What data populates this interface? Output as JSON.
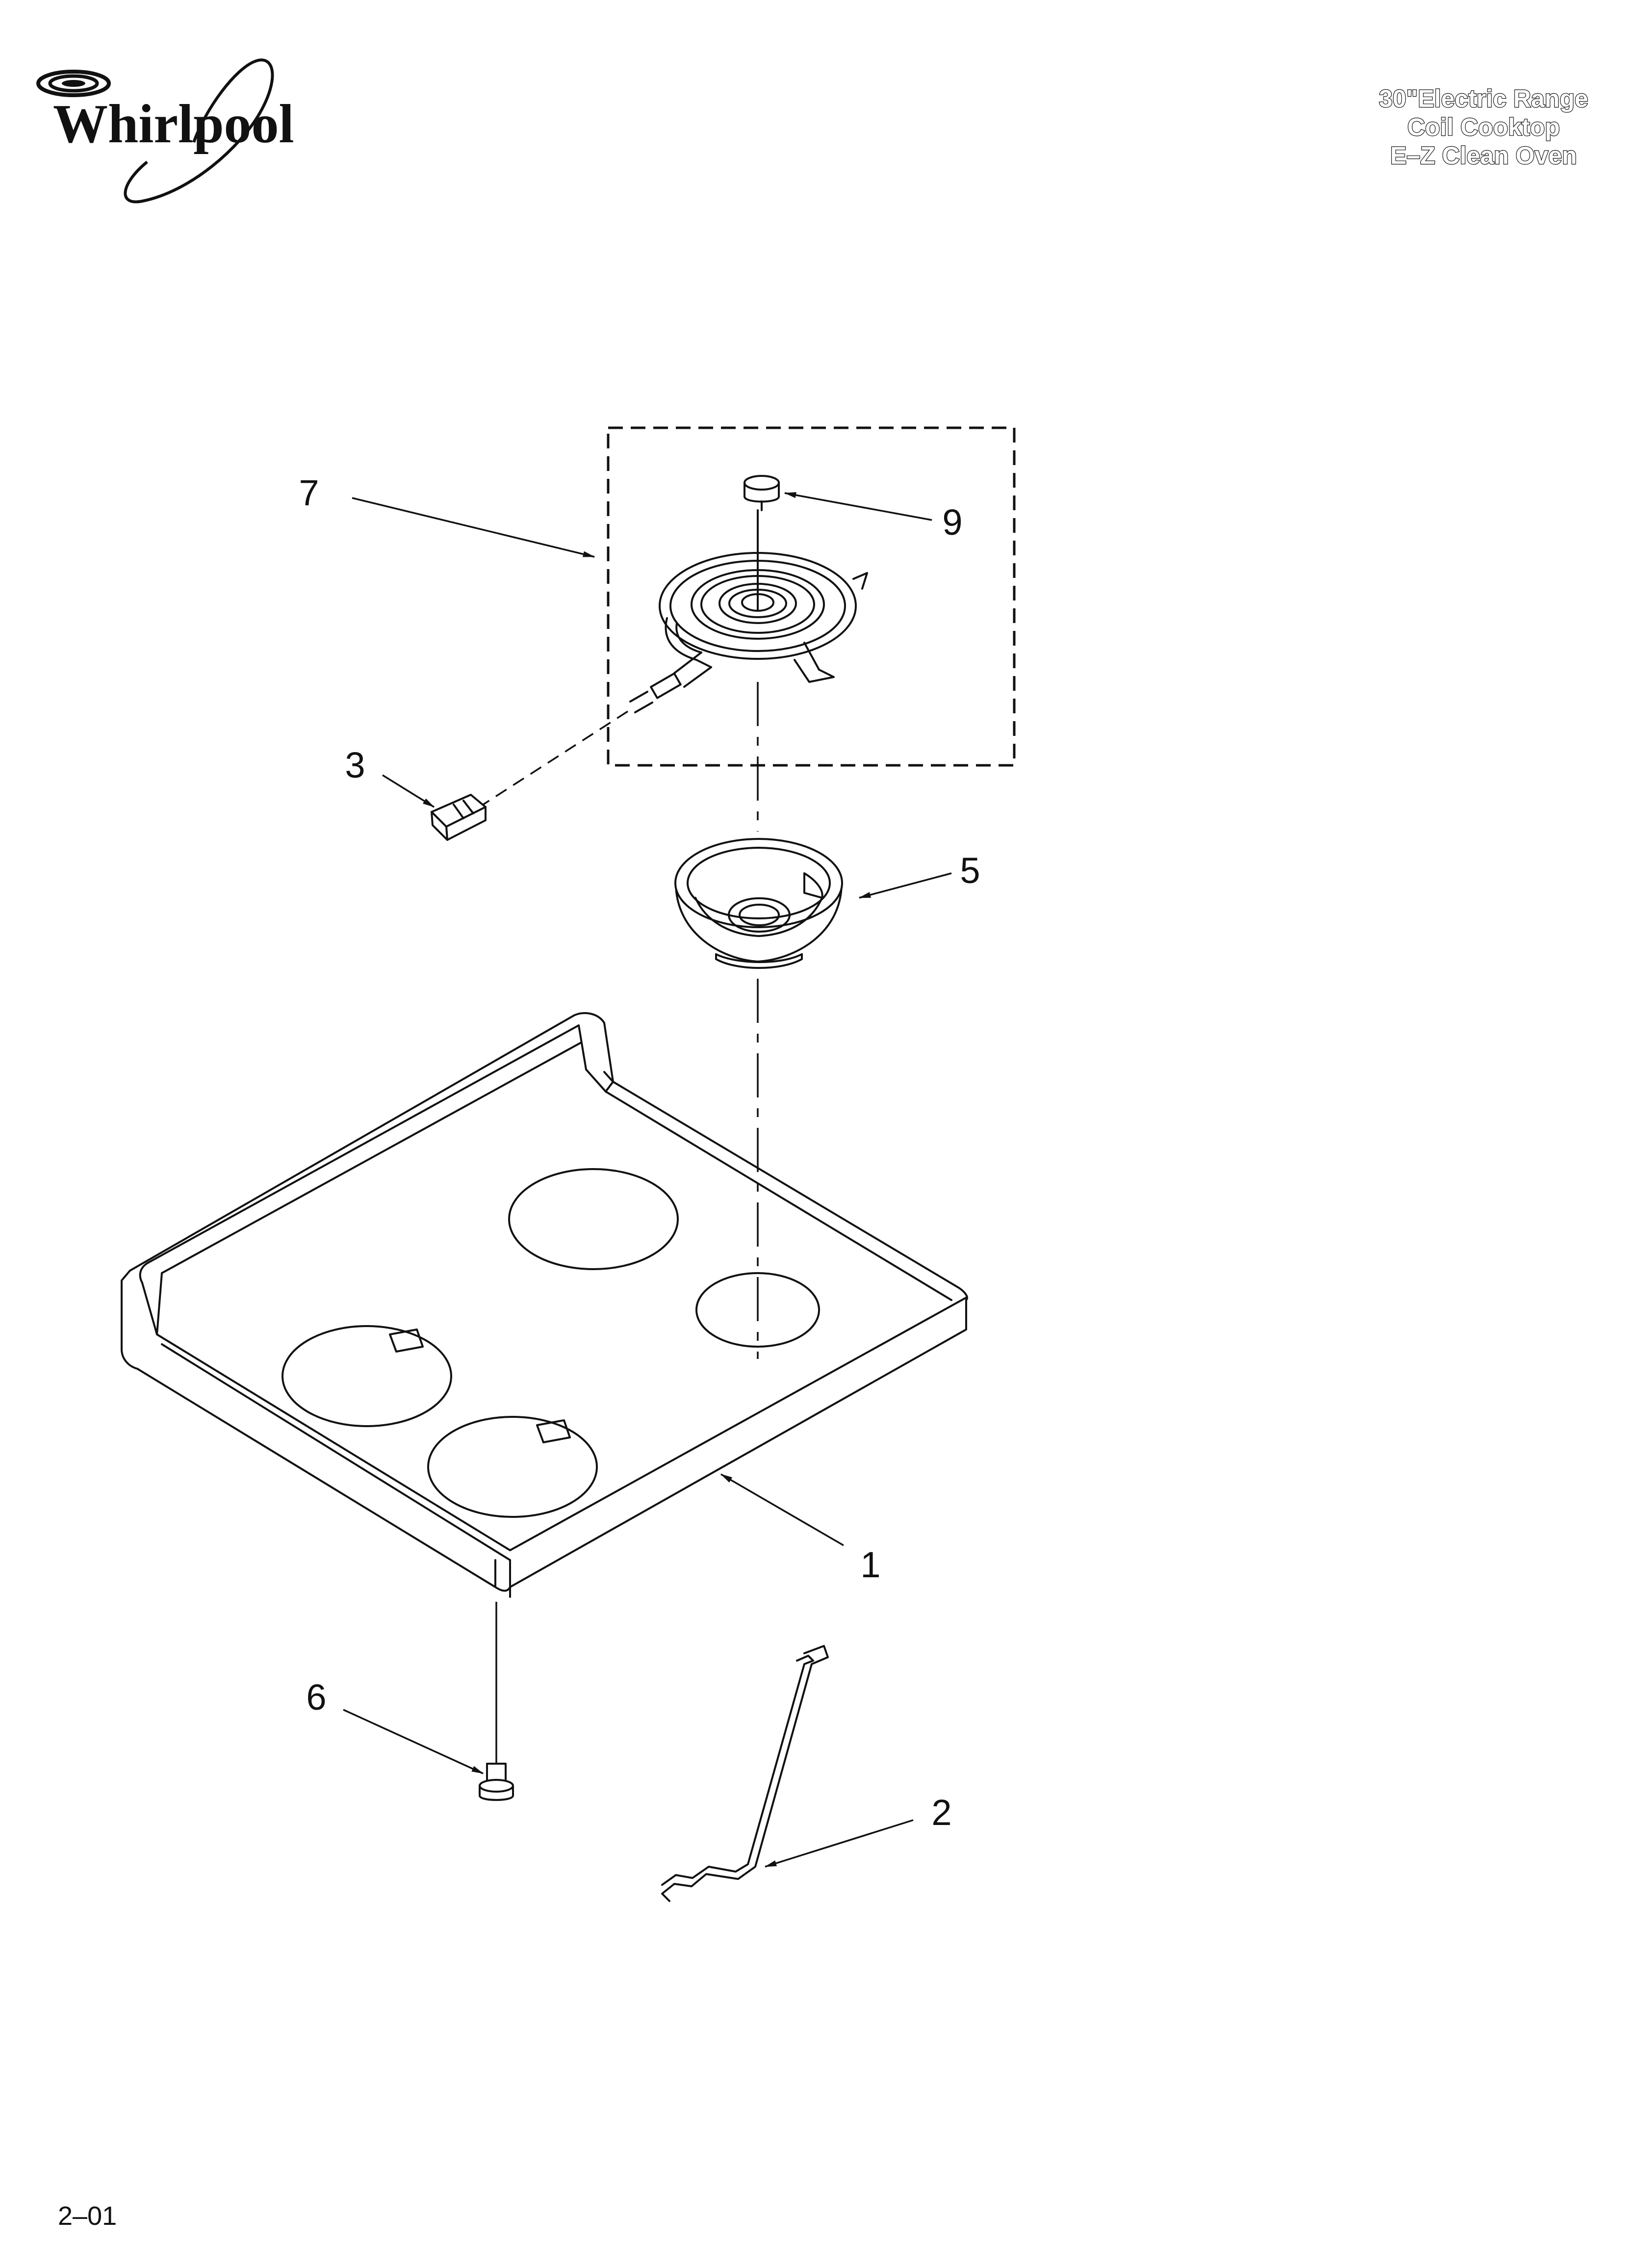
{
  "brand": {
    "logo_text": "Whirlpool"
  },
  "header": {
    "title_lines": [
      "30\"Electric Range",
      "Coil Cooktop",
      "E–Z Clean Oven"
    ]
  },
  "callouts": {
    "c7": "7",
    "c9": "9",
    "c3": "3",
    "c5": "5",
    "c1": "1",
    "c6": "6",
    "c2": "2"
  },
  "footer": {
    "page_code": "2–01"
  },
  "parts": [
    {
      "number": "1",
      "icon": "cooktop-panel-icon"
    },
    {
      "number": "2",
      "icon": "support-rod-icon"
    },
    {
      "number": "3",
      "icon": "terminal-block-icon"
    },
    {
      "number": "5",
      "icon": "drip-bowl-icon"
    },
    {
      "number": "6",
      "icon": "screw-icon"
    },
    {
      "number": "7",
      "icon": "surface-element-assembly-icon"
    },
    {
      "number": "9",
      "icon": "element-cap-icon"
    }
  ]
}
